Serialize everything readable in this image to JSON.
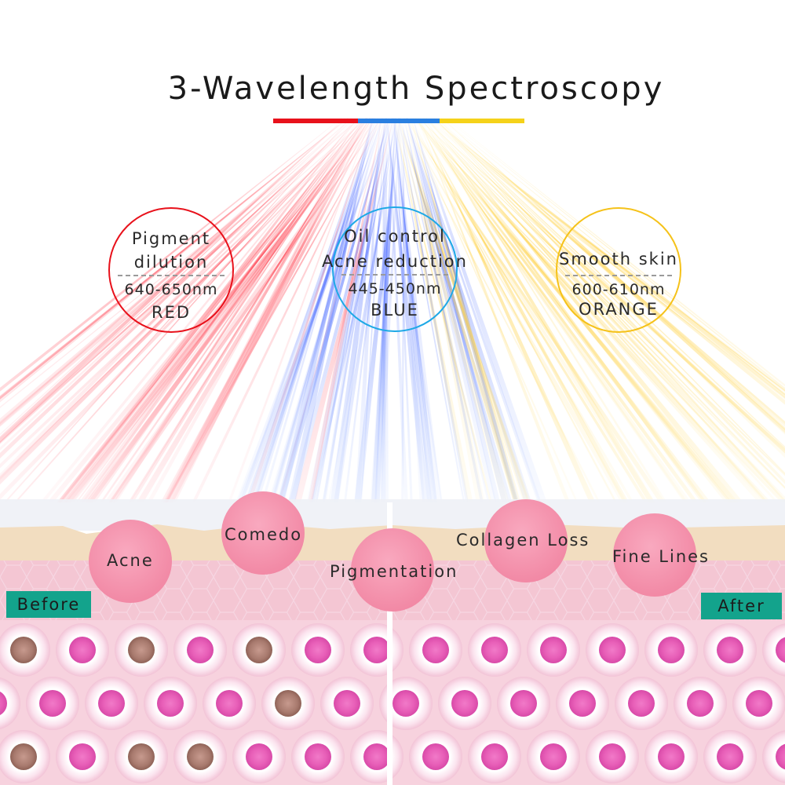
{
  "title": "3-Wavelength Spectroscopy",
  "title_bar_colors": [
    "#e8111b",
    "#2a7fe0",
    "#f5d21a"
  ],
  "wavelengths": [
    {
      "benefit": [
        "Pigment",
        "dilution"
      ],
      "range": "640-650nm",
      "color_name": "RED",
      "color": "#e8111b"
    },
    {
      "benefit": [
        "Oil control",
        "Acne reduction"
      ],
      "range": "445-450nm",
      "color_name": "BLUE",
      "color": "#1ea9e6"
    },
    {
      "benefit": [
        "Smooth skin"
      ],
      "range": "600-610nm",
      "color_name": "ORANGE",
      "color": "#f5c21a"
    }
  ],
  "skin_labels": {
    "acne": "Acne",
    "comedo": "Comedo",
    "pigmentation": "Pigmentation",
    "collagen_loss": "Collagen Loss",
    "fine_lines": "Fine Lines"
  },
  "before_label": "Before",
  "after_label": "After"
}
